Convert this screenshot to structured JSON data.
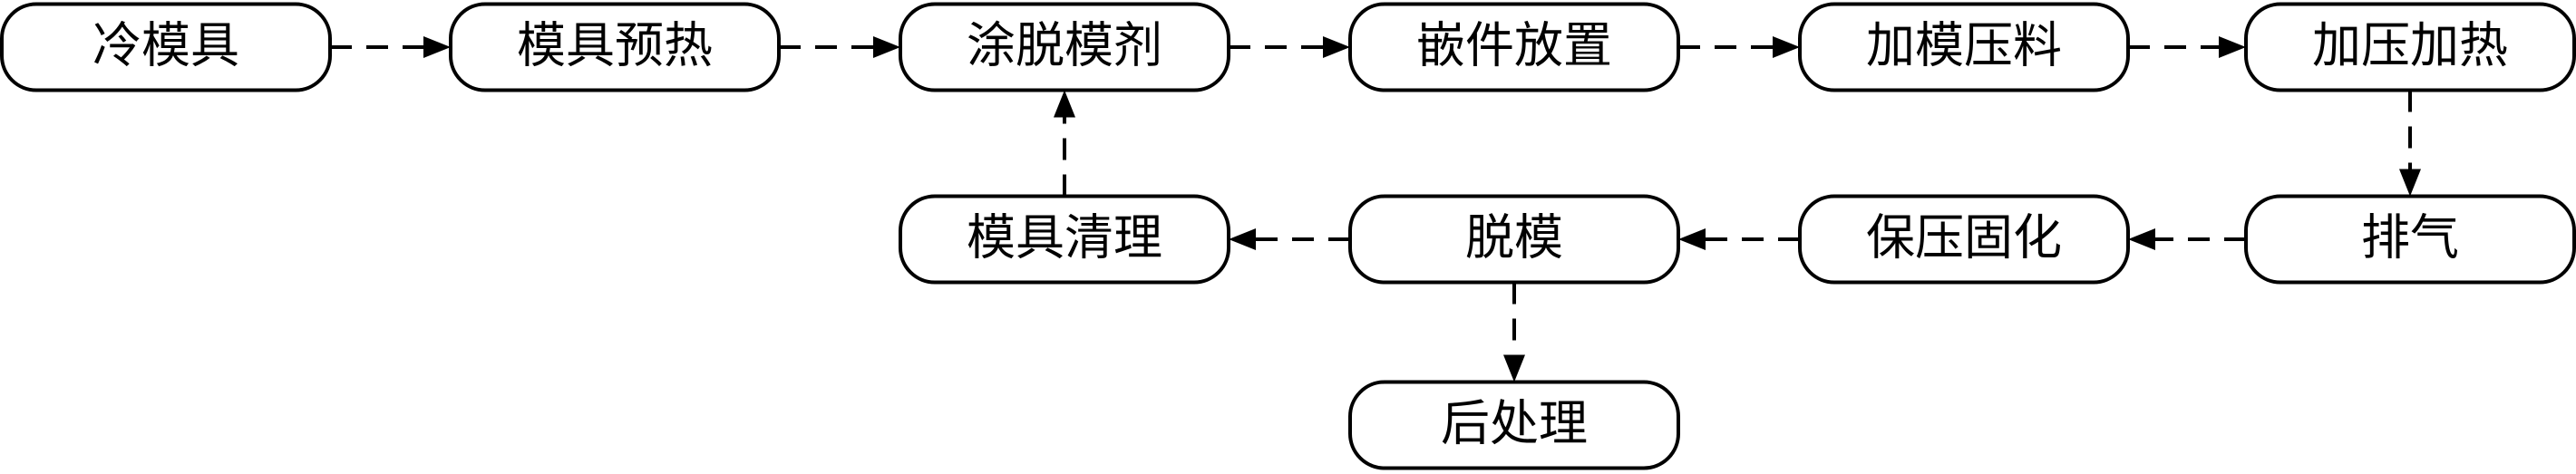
{
  "nodes": [
    {
      "id": "n1",
      "label": "冷模具"
    },
    {
      "id": "n2",
      "label": "模具预热"
    },
    {
      "id": "n3",
      "label": "涂脱模剂"
    },
    {
      "id": "n4",
      "label": "嵌件放置"
    },
    {
      "id": "n5",
      "label": "加模压料"
    },
    {
      "id": "n6",
      "label": "加压加热"
    },
    {
      "id": "n7",
      "label": "排气"
    },
    {
      "id": "n8",
      "label": "保压固化"
    },
    {
      "id": "n9",
      "label": "脱模"
    },
    {
      "id": "n10",
      "label": "模具清理"
    },
    {
      "id": "n11",
      "label": "后处理"
    }
  ],
  "edges": [
    {
      "from": "n1",
      "to": "n2"
    },
    {
      "from": "n2",
      "to": "n3"
    },
    {
      "from": "n3",
      "to": "n4"
    },
    {
      "from": "n4",
      "to": "n5"
    },
    {
      "from": "n5",
      "to": "n6"
    },
    {
      "from": "n6",
      "to": "n7"
    },
    {
      "from": "n7",
      "to": "n8"
    },
    {
      "from": "n8",
      "to": "n9"
    },
    {
      "from": "n9",
      "to": "n10"
    },
    {
      "from": "n10",
      "to": "n3"
    },
    {
      "from": "n9",
      "to": "n11"
    }
  ],
  "style": {
    "line_color": "#000000",
    "box_fill": "#ffffff",
    "line_style": "dashed"
  }
}
